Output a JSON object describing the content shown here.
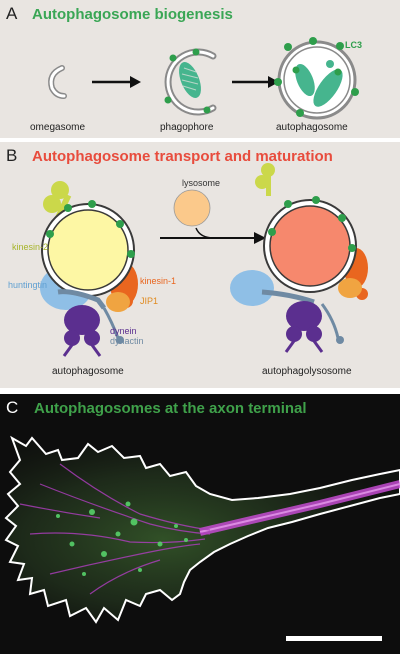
{
  "panels": {
    "a": {
      "letter": "A",
      "title": "Autophagosome biogenesis",
      "title_color": "#3aa655",
      "labels": {
        "omegasome": "omegasome",
        "phagophore": "phagophore",
        "autophagosome": "autophagosome",
        "lc3": "LC3"
      }
    },
    "b": {
      "letter": "B",
      "title": "Autophagosome transport and maturation",
      "title_color": "#e84c3d",
      "labels": {
        "lysosome": "lysosome",
        "kinesin2": "kinesin-2",
        "huntingtin": "huntingtin",
        "kinesin1": "kinesin-1",
        "jip1": "JIP1",
        "dynein": "dynein",
        "dynactin": "dynactin",
        "autophagosome": "autophagosome",
        "autophagolysosome": "autophagolysosome"
      }
    },
    "c": {
      "letter": "C",
      "title": "Autophagosomes at the axon terminal",
      "title_color": "#3fa14a"
    }
  },
  "colors": {
    "lc3_green": "#2e9e4b",
    "cargo_green": "#46b58e",
    "autophagosome_fill": "#fdf7a4",
    "autophagolysosome_fill": "#f6886d",
    "lysosome_fill": "#fbc98b",
    "kinesin2": "#cbd84a",
    "huntingtin": "#8fbfe6",
    "kinesin1": "#e9661f",
    "jip1": "#f0a441",
    "dynein": "#5b2f8f",
    "dynactin": "#6f8aa3",
    "axon_magenta": "#c44bd1",
    "scalebar": "#ffffff"
  }
}
